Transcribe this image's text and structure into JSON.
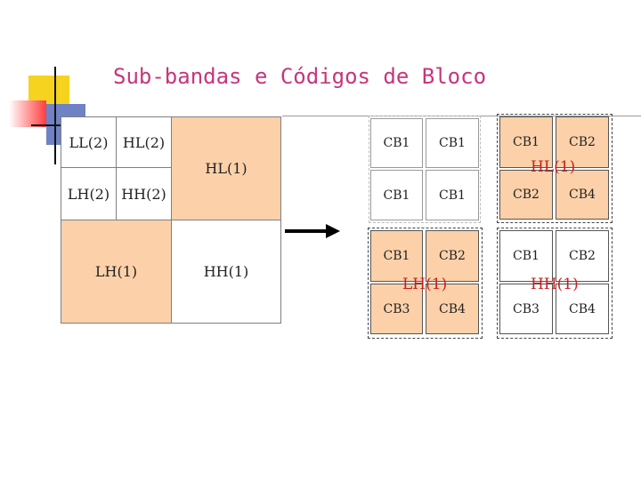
{
  "title": "Sub-bandas e Códigos de Bloco",
  "colors": {
    "title": "#c8357a",
    "subband_fill": "#fcd1a9",
    "label_red": "#c81e1e",
    "deco_yellow": "#f5d31e",
    "deco_blue": "#6f82c6",
    "deco_red": "#ff3d3d"
  },
  "left_decomposition": {
    "ll2": "LL(2)",
    "hl2": "HL(2)",
    "lh2": "LH(2)",
    "hh2": "HH(2)",
    "hl1": "HL(1)",
    "lh1": "LH(1)",
    "hh1": "HH(1)"
  },
  "right_codeblocks": {
    "ll_group": [
      "CB1",
      "CB1",
      "CB1",
      "CB1"
    ],
    "hl1": {
      "label": "HL(1)",
      "blocks": [
        "CB1",
        "CB2",
        "CB2",
        "CB4"
      ]
    },
    "lh1": {
      "label": "LH(1)",
      "blocks": [
        "CB1",
        "CB2",
        "CB3",
        "CB4"
      ]
    },
    "hh1": {
      "label": "HH(1)",
      "blocks": [
        "CB1",
        "CB2",
        "CB3",
        "CB4"
      ]
    }
  }
}
